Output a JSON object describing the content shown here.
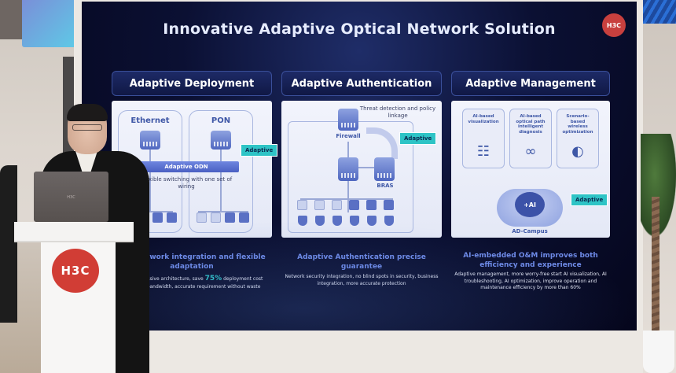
{
  "slide": {
    "title": "Innovative Adaptive Optical Network Solution",
    "logo": "H3C",
    "columns": [
      {
        "header": "Adaptive Deployment",
        "labels": [
          "Ethernet",
          "PON"
        ],
        "odn_bar": "Adaptive ODN",
        "tag": "Adaptive",
        "note": "Flexible switching with one set of wiring",
        "summary_title": "One network integration and flexible adaptation",
        "summary_line1_prefix": "...aptive passive architecture, save",
        "summary_highlight": "75%",
        "summary_line1_suffix": "deployment cost",
        "summary_line2": "...daptive bandwidth, accurate requirement without waste"
      },
      {
        "header": "Adaptive Authentication",
        "note": "Threat detection and policy linkage",
        "firewall_label": "Firewall",
        "bras_label": "BRAS",
        "tag": "Adaptive",
        "summary_title": "Adaptive Authentication precise guarantee",
        "summary_text": "Network security integration, no blind spots in security, business integration, more accurate protection"
      },
      {
        "header": "Adaptive Management",
        "boxes": [
          "AI-based visualization",
          "AI-based optical path intelligent diagnosis",
          "Scenario-based wireless optimization"
        ],
        "cloud_label": "+AI",
        "cloud_caption": "AD-Campus",
        "tag": "Adaptive",
        "summary_title": "AI-embedded O&M improves both efficiency and experience",
        "summary_text": "Adaptive management, more worry-free start AI visualization, AI troubleshooting, AI optimization, improve operation and maintenance efficiency by more than 60%"
      }
    ]
  },
  "podium": {
    "logo": "H3C"
  },
  "laptop": {
    "logo": "H3C"
  }
}
